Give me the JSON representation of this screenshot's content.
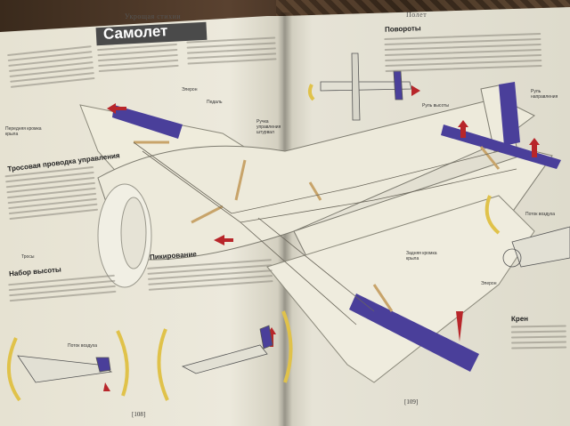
{
  "book": {
    "left_running_head": "Укрощая стихии",
    "right_running_head": "Полет",
    "title": "Самолет",
    "left_page_number": "[108]",
    "right_page_number": "[109]"
  },
  "sections": {
    "cable": "Тросовая проводка управления",
    "pitch": "Набор высоты",
    "dive": "Пикирование",
    "turn": "Повороты",
    "roll": "Крен"
  },
  "labels": {
    "elevator_left": "Элерон",
    "pedal": "Педаль",
    "stick": "Ручка управления штурвал",
    "rudder_top": "Руль высоты",
    "rudder_tail": "Руль направления",
    "elevator_right": "Элерон",
    "flap": "Задняя кромка крыла",
    "cable_wire": "Тросы",
    "prop": "Поток воздуха",
    "prop2": "Поток воздуха",
    "tail_left": "Передняя кромка крыла"
  },
  "colors": {
    "page": "#e9e6d8",
    "wing": "#eeead8",
    "aileron": "#4a3f9a",
    "arrow_red": "#b8262a",
    "arrow_yellow": "#e0c24a",
    "lever": "#c8a46a"
  }
}
